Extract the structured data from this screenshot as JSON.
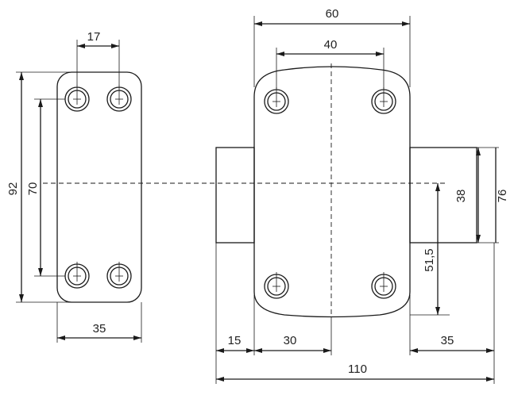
{
  "drawing": {
    "dimensions": {
      "left_hole_spacing": "17",
      "left_total_height": "92",
      "left_hole_height": "70",
      "left_width": "35",
      "right_top_width": "60",
      "right_hole_spacing": "40",
      "right_box_height": "38",
      "right_total_height": "76",
      "right_hole_offset": "51,5",
      "bottom_seg_1": "15",
      "bottom_seg_2": "30",
      "bottom_seg_3": "35",
      "bottom_total": "110"
    }
  }
}
